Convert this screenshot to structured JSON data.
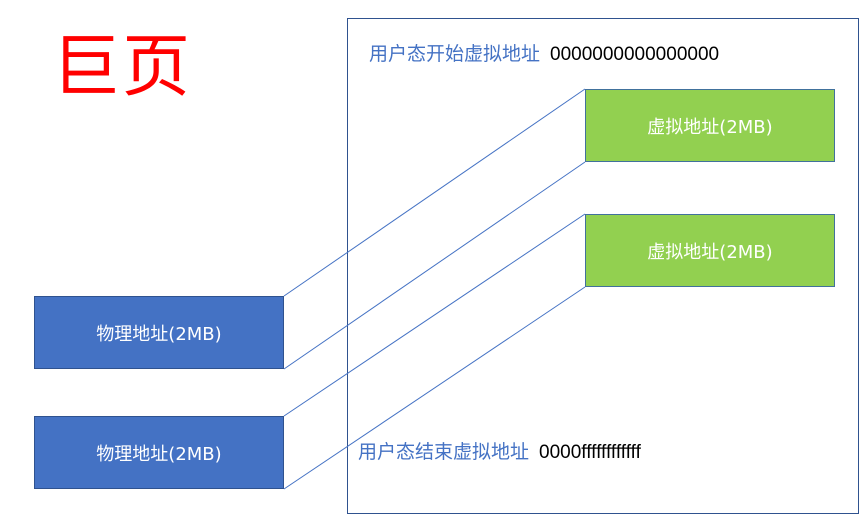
{
  "title": "巨页",
  "virtual_space": {
    "start_label": "用户态开始虚拟地址",
    "start_addr": "0000000000000000",
    "end_label": "用户态结束虚拟地址",
    "end_addr": "0000ffffffffffff"
  },
  "virtual_blocks": [
    {
      "label": "虚拟地址(2MB)"
    },
    {
      "label": "虚拟地址(2MB)"
    }
  ],
  "physical_blocks": [
    {
      "label": "物理地址(2MB)"
    },
    {
      "label": "物理地址(2MB)"
    }
  ],
  "colors": {
    "title": "#ff0000",
    "virtual_fill": "#92d050",
    "physical_fill": "#4472c4",
    "line": "#4472c4",
    "label_text": "#4472c4"
  }
}
